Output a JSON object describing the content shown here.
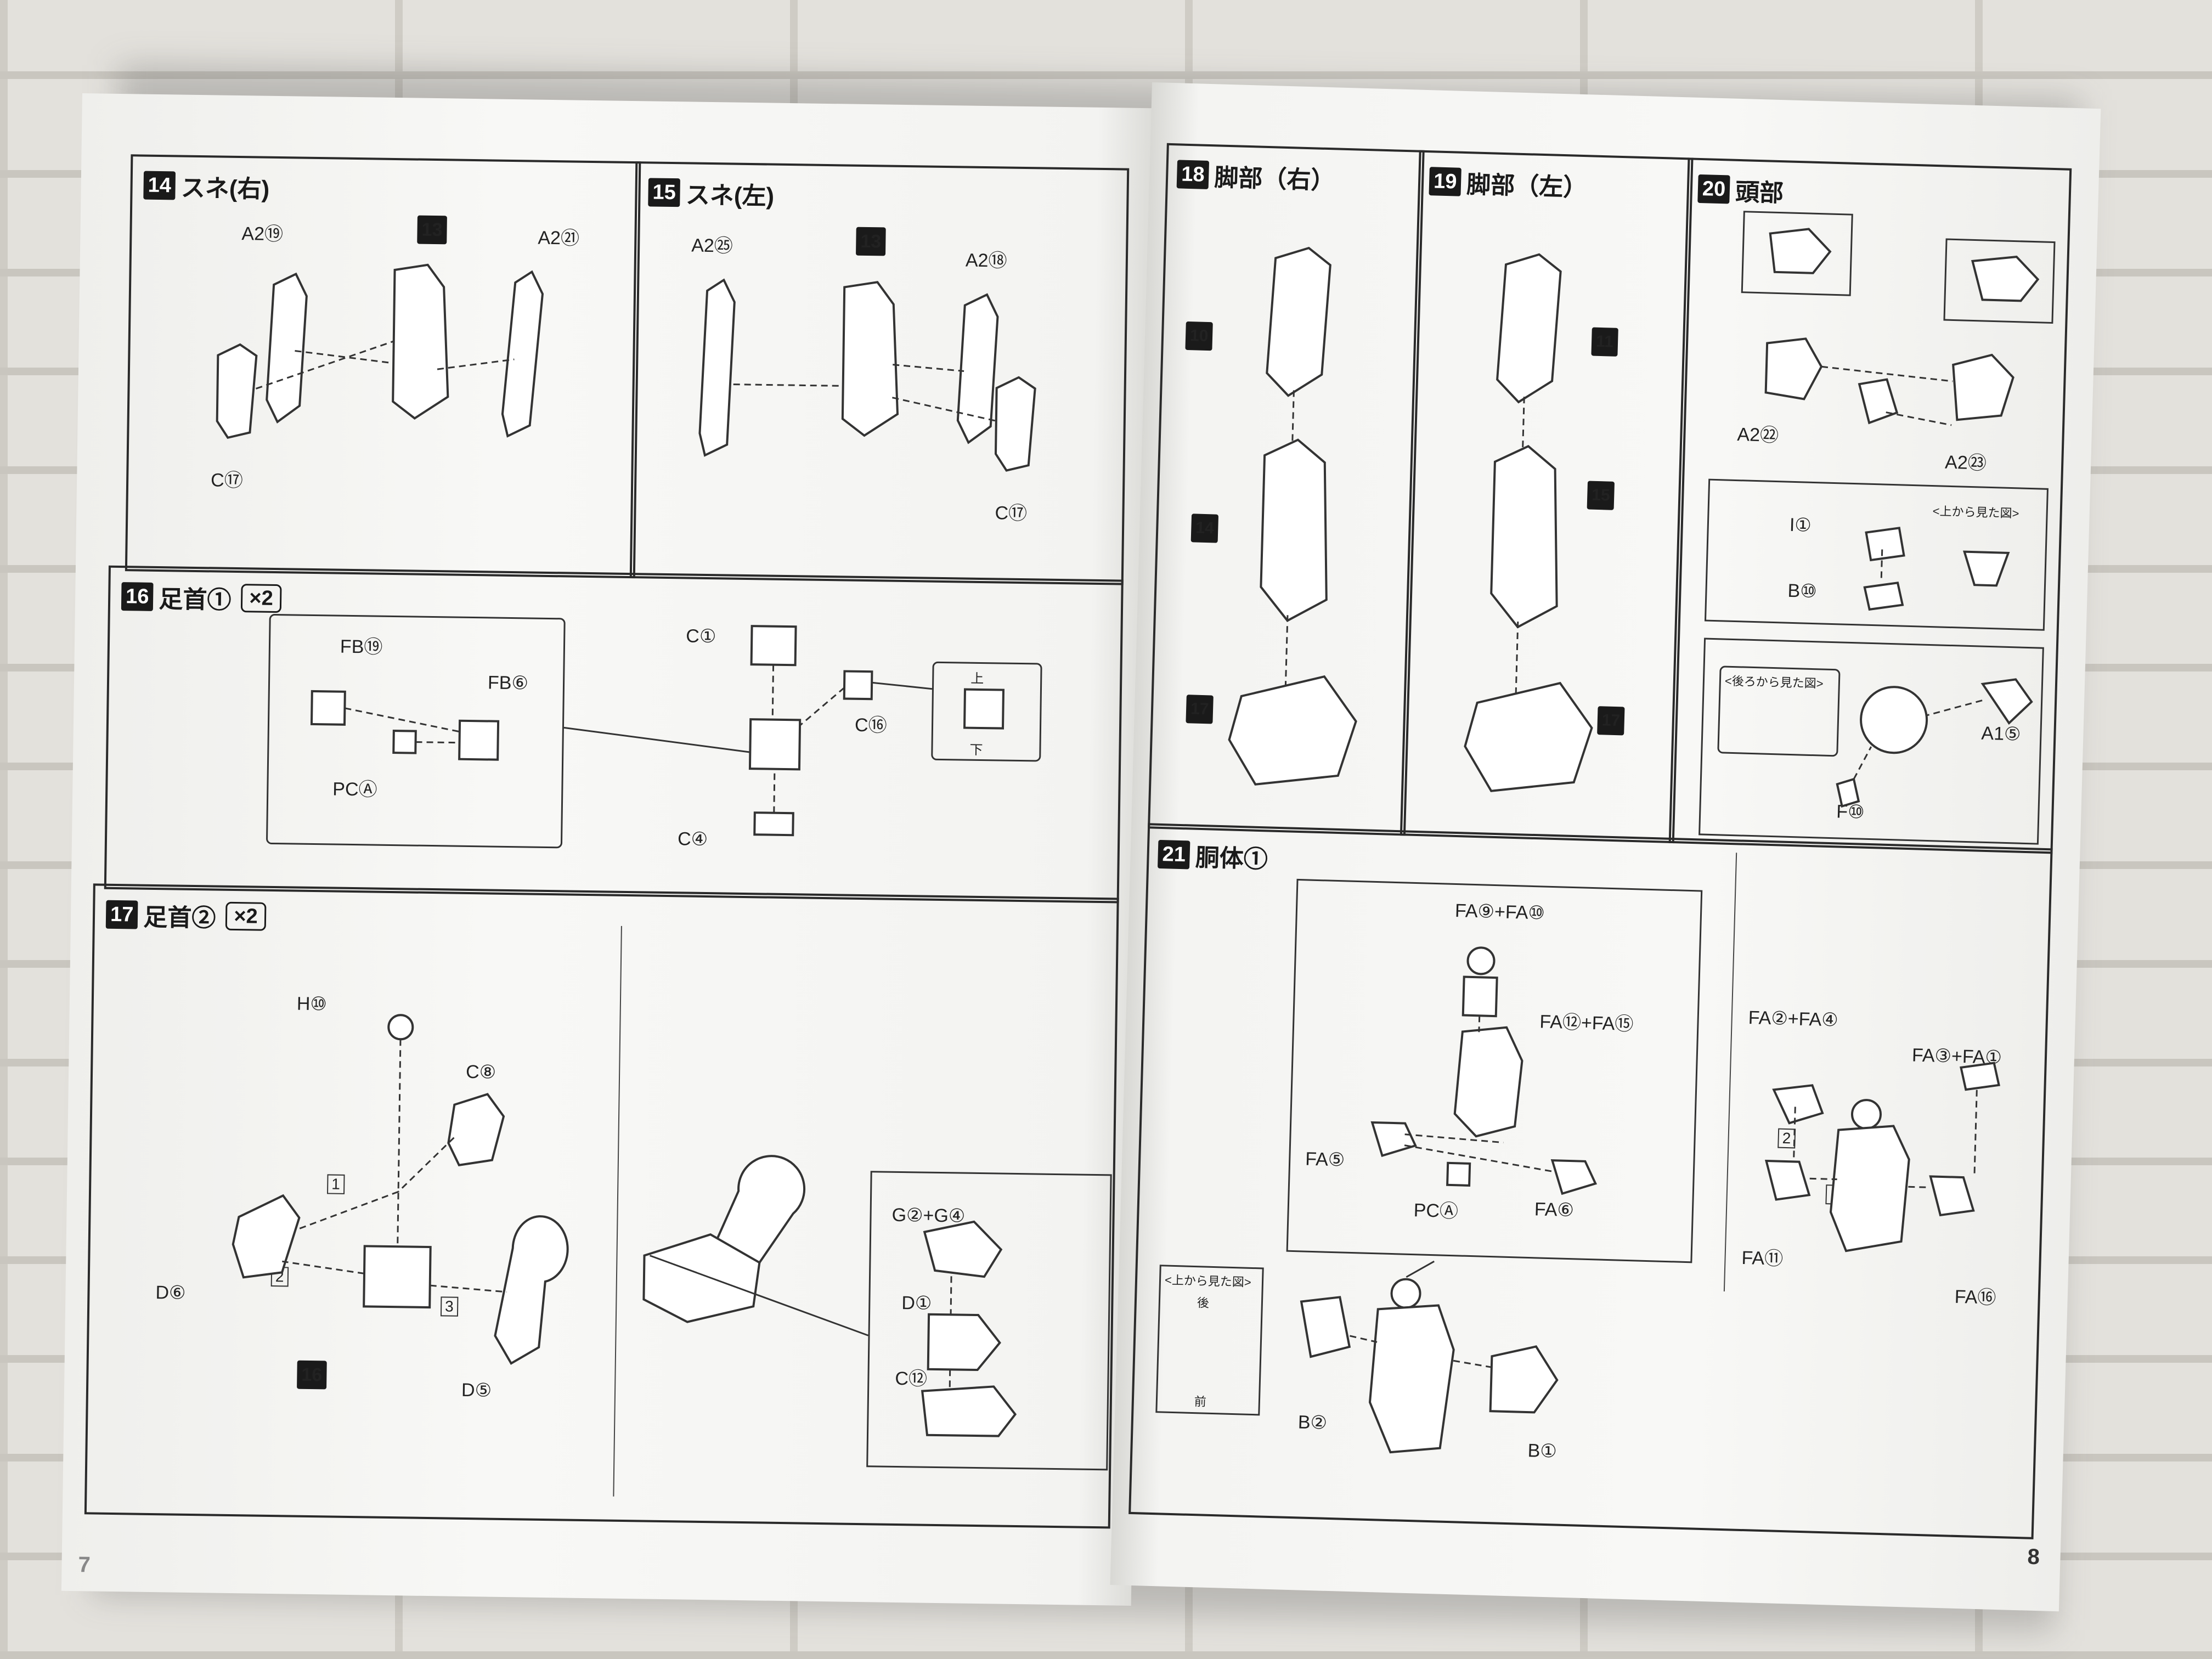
{
  "left_page": {
    "page_number": "7",
    "steps": [
      {
        "num": "14",
        "title": "スネ(右)",
        "labels": [
          "A2⑲",
          "13",
          "A2㉑",
          "C⑰"
        ]
      },
      {
        "num": "15",
        "title": "スネ(左)",
        "labels": [
          "A2㉕",
          "13",
          "A2⑱",
          "C⑰"
        ]
      },
      {
        "num": "16",
        "title": "足首①",
        "multiplier": "×2",
        "labels": [
          "FB⑲",
          "FB⑥",
          "PCⒶ",
          "C①",
          "C⑯",
          "C④",
          "上",
          "下"
        ]
      },
      {
        "num": "17",
        "title": "足首②",
        "multiplier": "×2",
        "labels": [
          "H⑩",
          "C⑧",
          "D⑥",
          "16",
          "D⑤",
          "1",
          "2",
          "3",
          "G②+G④",
          "D①",
          "C⑫"
        ]
      }
    ]
  },
  "right_page": {
    "page_number": "8",
    "steps": [
      {
        "num": "18",
        "title": "脚部（右）",
        "labels": [
          "10",
          "14",
          "17"
        ]
      },
      {
        "num": "19",
        "title": "脚部（左）",
        "labels": [
          "11",
          "15",
          "17"
        ]
      },
      {
        "num": "20",
        "title": "頭部",
        "labels": [
          "A2㉒",
          "A2㉓",
          "I①",
          "B⑩",
          "<上から見た図>",
          "<後ろから見た図>",
          "A1⑤",
          "F⑩"
        ]
      },
      {
        "num": "21",
        "title": "胴体①",
        "labels": [
          "FA⑨+FA⑩",
          "FA⑫+FA⑮",
          "FA⑤",
          "PCⒶ",
          "FA⑥",
          "FA②+FA④",
          "FA③+FA①",
          "FA⑪",
          "FA⑯",
          "<上から見た図>",
          "後",
          "前",
          "B②",
          "B①",
          "1",
          "2"
        ]
      }
    ]
  },
  "colors": {
    "ink": "#1a1a1a",
    "paper": "#f7f7f5",
    "wall": "#e3e1dc"
  }
}
